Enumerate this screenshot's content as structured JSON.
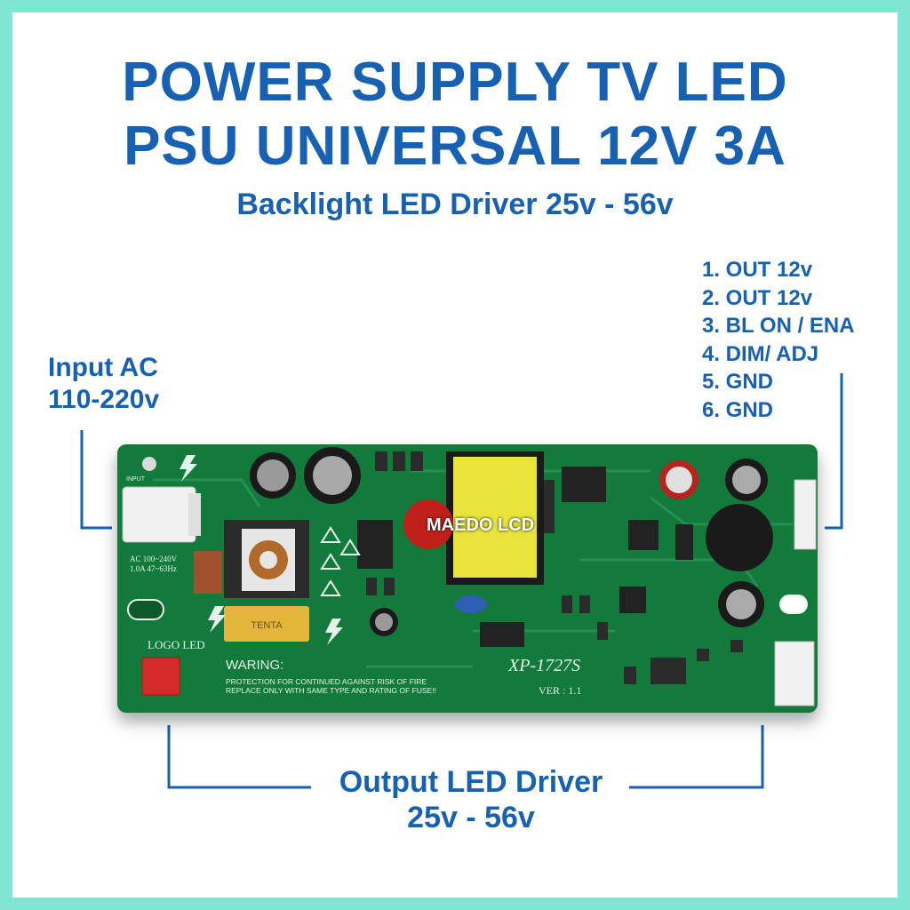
{
  "title_line1": "POWER SUPPLY TV LED",
  "title_line2": "PSU UNIVERSAL 12V 3A",
  "subtitle": "Backlight LED Driver 25v - 56v",
  "input_label_line1": "Input AC",
  "input_label_line2": "110-220v",
  "pins": [
    "1. OUT 12v",
    "2. OUT 12v",
    "3. BL ON / ENA",
    "4. DIM/ ADJ",
    "5. GND",
    "6. GND"
  ],
  "output_label_line1": "Output LED Driver",
  "output_label_line2": "25v - 56v",
  "pcb": {
    "input_silk": "INPUT",
    "ac_rating_line1": "AC 100~240V",
    "ac_rating_line2": "1.0A 47~63Hz",
    "logo_led": "LOGO LED",
    "warning_title": "WARING:",
    "warning_line1": "PROTECTION FOR CONTINUED AGAINST RISK OF FIRE",
    "warning_line2": "REPLACE ONLY WITH SAME TYPE AND RATING OF FUSE!!",
    "model": "XP-1727S",
    "version": "VER : 1.1",
    "watermark": "MAEDO LCD",
    "cap_brand": "TENTA"
  },
  "colors": {
    "accent_blue": "#1761b5",
    "border_teal": "#7fe6d2",
    "pcb_green": "#127a3a"
  }
}
